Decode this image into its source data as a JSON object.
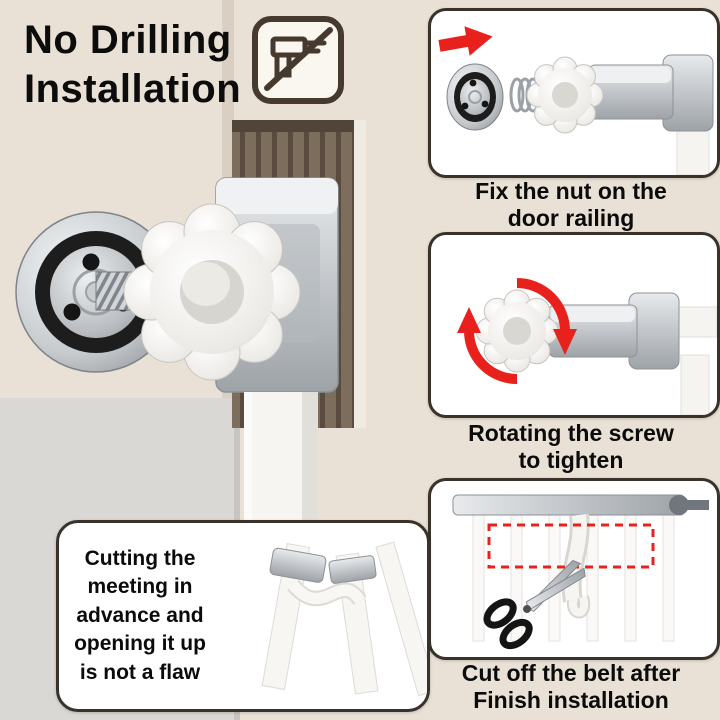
{
  "colors": {
    "background": "#e9e1d6",
    "panel_background": "#ffffff",
    "panel_border": "#39322b",
    "accent_red": "#e8211d",
    "text": "#0c0c0c",
    "silver": "#bfc3c7",
    "blinds_brown": "#7c6d5c"
  },
  "header": {
    "line1": "No Drilling",
    "line2": "Installation",
    "icon": "no-drilling-icon"
  },
  "steps": [
    {
      "caption_line1": "Fix the nut on the",
      "caption_line2": "door railing",
      "illustration": "nut-and-knob-exploded-view"
    },
    {
      "caption_line1": "Rotating the screw",
      "caption_line2": "to tighten",
      "illustration": "knob-rotation-view"
    },
    {
      "caption_line1": "Cut off the belt after",
      "caption_line2": "Finish installation",
      "illustration": "scissors-cutting-belt-view"
    }
  ],
  "note": {
    "lines": [
      "Cutting the",
      "meeting in",
      "advance and",
      "opening it up",
      "is not a flaw"
    ]
  }
}
